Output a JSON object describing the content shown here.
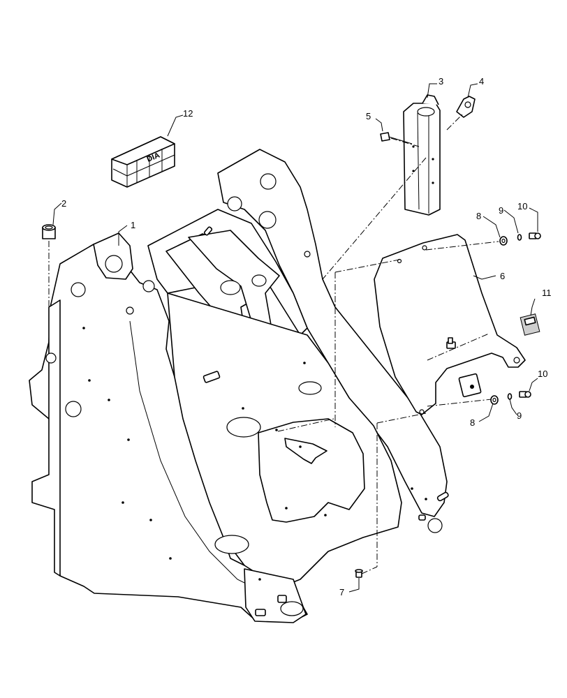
{
  "callouts": [
    {
      "id": "1",
      "label": "1"
    },
    {
      "id": "2",
      "label": "2"
    },
    {
      "id": "3",
      "label": "3"
    },
    {
      "id": "4",
      "label": "4"
    },
    {
      "id": "5",
      "label": "5"
    },
    {
      "id": "6",
      "label": "6"
    },
    {
      "id": "7",
      "label": "7"
    },
    {
      "id": "8a",
      "label": "8"
    },
    {
      "id": "8b",
      "label": "8"
    },
    {
      "id": "9a",
      "label": "9"
    },
    {
      "id": "9b",
      "label": "9"
    },
    {
      "id": "10a",
      "label": "10"
    },
    {
      "id": "10b",
      "label": "10"
    },
    {
      "id": "11",
      "label": "11"
    },
    {
      "id": "12",
      "label": "12"
    }
  ],
  "parts": {
    "frame": "loader-frame",
    "bushing": "bushing",
    "bracket": "mounting-bracket",
    "clip": "hose-clip",
    "bolt": "bolt",
    "shield": "shield-plate",
    "grease_fitting": "grease-fitting",
    "washer": "washer",
    "lock_washer": "lock-washer",
    "screw": "screw",
    "decal": "decal",
    "crate": "shipping-crate"
  },
  "crate_text": "DIA"
}
